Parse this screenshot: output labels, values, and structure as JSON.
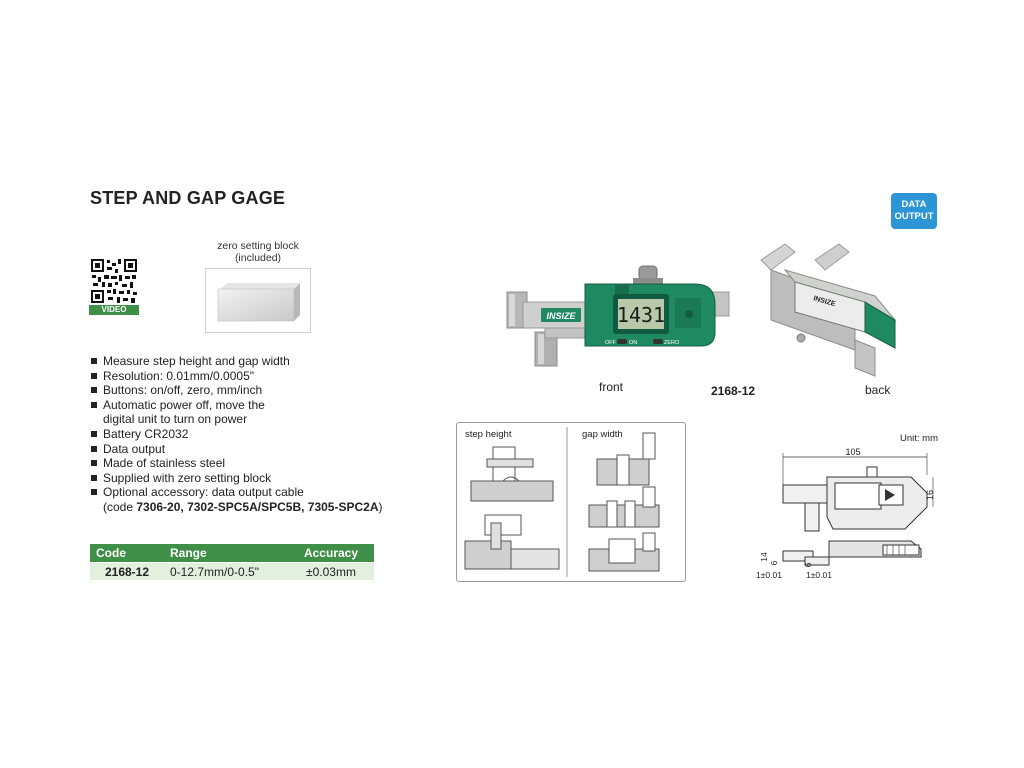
{
  "title": "STEP AND GAP GAGE",
  "badge": {
    "line1": "DATA",
    "line2": "OUTPUT"
  },
  "qr": {
    "label": "VIDEO"
  },
  "setting_block": {
    "caption_line1": "zero setting block",
    "caption_line2": "(included)"
  },
  "features": [
    "Measure step height and gap width",
    "Resolution: 0.01mm/0.0005\"",
    "Buttons: on/off, zero, mm/inch",
    "Automatic power off, move the",
    "digital unit to turn on power",
    "Battery CR2032",
    "Data output",
    "Made of stainless steel",
    "Supplied with zero setting block",
    "Optional accessory: data output cable"
  ],
  "accessory_line": {
    "prefix": "(code ",
    "codes": "7306-20, 7302-SPC5A/SPC5B, 7305-SPC2A",
    "suffix": ")"
  },
  "table": {
    "headers": [
      "Code",
      "Range",
      "Accuracy"
    ],
    "rows": [
      [
        "2168-12",
        "0-12.7mm/0-0.5\"",
        "±0.03mm"
      ]
    ]
  },
  "photos": {
    "front_caption": "front",
    "back_caption": "back",
    "model_code": "2168-12",
    "display_reading": "1431",
    "brand": "INSIZE",
    "button_off": "OFF",
    "button_on": "ON",
    "button_zero": "ZERO"
  },
  "diagram": {
    "step_label": "step height",
    "gap_label": "gap width"
  },
  "drawing": {
    "unit": "Unit: mm",
    "dim_105": "105",
    "dim_16": "16",
    "dim_14": "14",
    "dim_6a": "6",
    "dim_6b": "6",
    "tol_a": "1±0.01",
    "tol_b": "1±0.01"
  },
  "colors": {
    "accent_green": "#3f8f49",
    "badge_blue": "#2c95d6",
    "body_green": "#1f8a62",
    "row_bg": "#e3efdf"
  }
}
